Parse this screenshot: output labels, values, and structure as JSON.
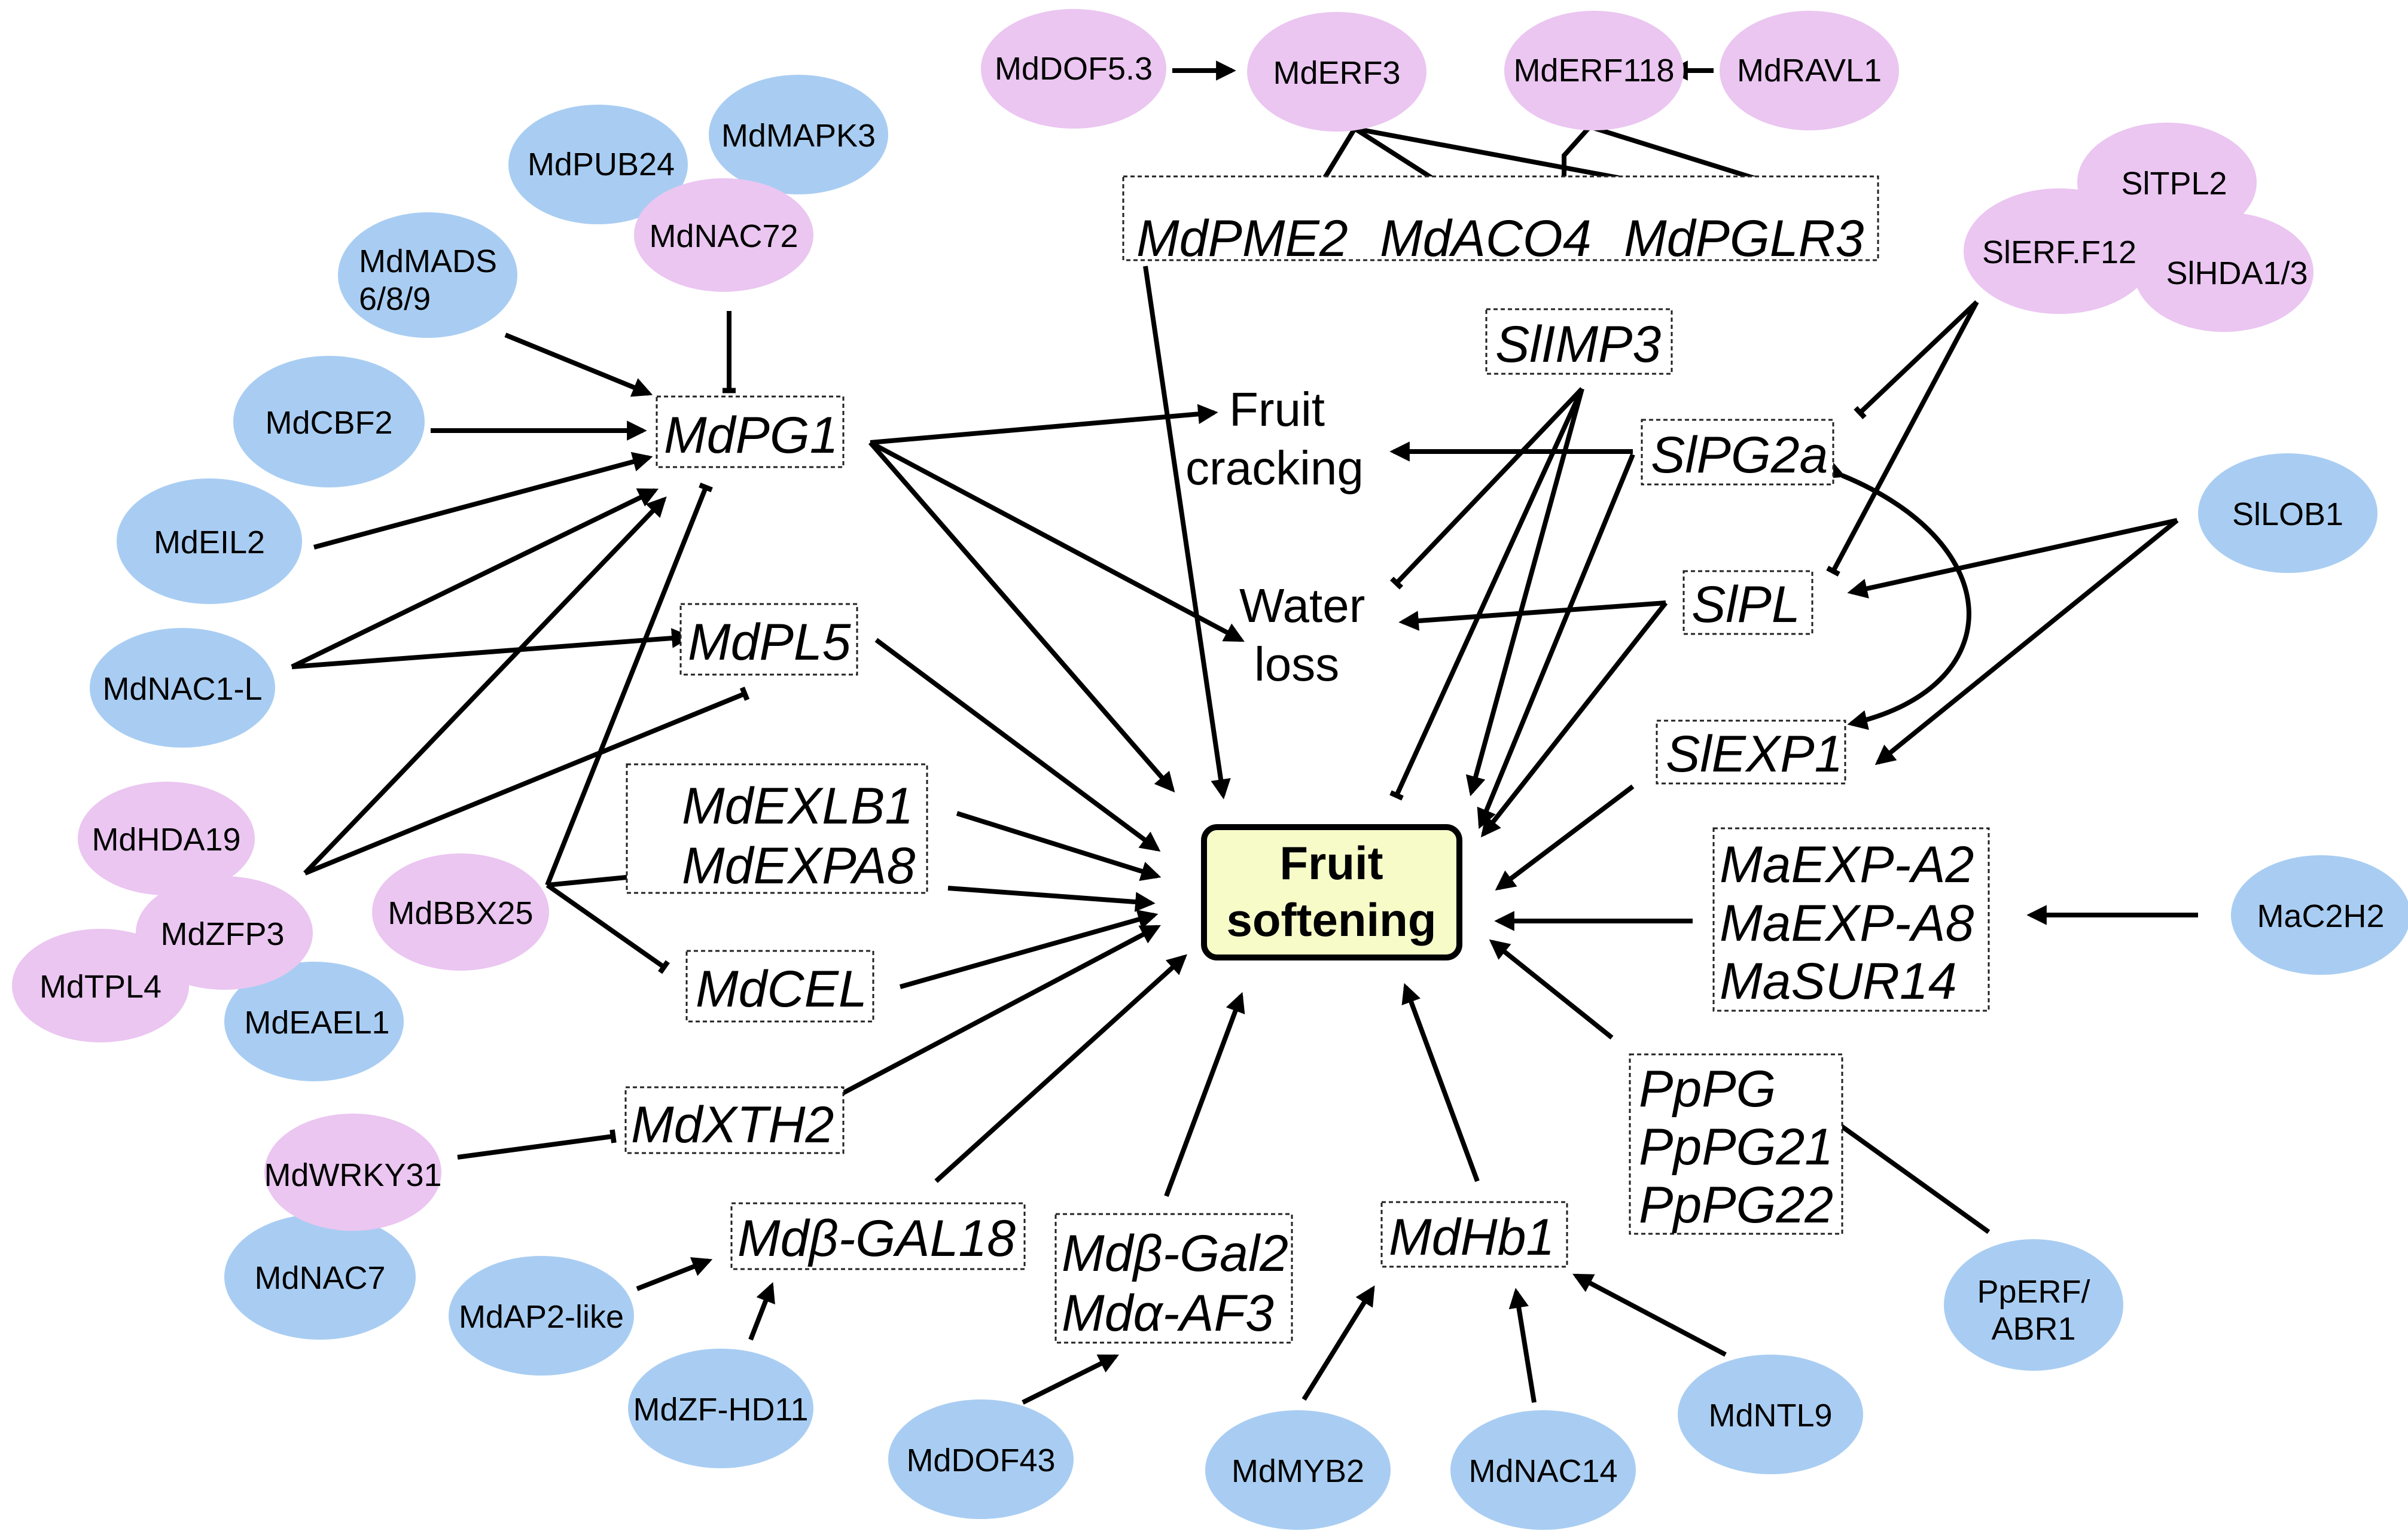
{
  "colors": {
    "blue_node": "#a9cdf2",
    "pink_node": "#ebc6f1",
    "center_fill": "#f6fbc8",
    "center_stroke": "#000000",
    "line": "#000000"
  },
  "center": {
    "line1": "Fruit",
    "line2": "softening"
  },
  "phenotypes": {
    "cracking": {
      "line1": "Fruit",
      "line2": "cracking"
    },
    "water": {
      "line1": "Water",
      "line2": "loss"
    }
  },
  "genes": {
    "mdpme2": "MdPME2",
    "mdaco4": "MdACO4",
    "mdpglr3": "MdPGLR3",
    "mdpg1": "MdPG1",
    "mdpl5": "MdPL5",
    "mdexlb1": "MdEXLB1",
    "mdexpa8": "MdEXPA8",
    "mdcel": "MdCEL",
    "mdxth2": "MdXTH2",
    "mdbgal18": "Mdβ-GAL18",
    "mdbgal2": "Mdβ-Gal2",
    "mdaaf3": "Mdα-AF3",
    "mdhb1": "MdHb1",
    "slimp3": "SlIMP3",
    "slpg2a": "SlPG2a",
    "slpl": "SlPL",
    "slexp1": "SlEXP1",
    "maexpa2": "MaEXP-A2",
    "maexpa8": "MaEXP-A8",
    "masur14": "MaSUR14",
    "pppg": "PpPG",
    "pppg21": "PpPG21",
    "pppg22": "PpPG22"
  },
  "regulators": {
    "mddof53": "MdDOF5.3",
    "mderf3": "MdERF3",
    "mderf118": "MdERF118",
    "mdravl1": "MdRAVL1",
    "mdpub24": "MdPUB24",
    "mdmapk3": "MdMAPK3",
    "mdnac72": "MdNAC72",
    "mdmads_1": "MdMADS",
    "mdmads_2": "6/8/9",
    "mdcbf2": "MdCBF2",
    "mdeil2": "MdEIL2",
    "mdnac1l": "MdNAC1-L",
    "mdhda19": "MdHDA19",
    "mdzfp3": "MdZFP3",
    "mdtpl4": "MdTPL4",
    "mdeael1": "MdEAEL1",
    "mdbbx25": "MdBBX25",
    "mdwrky31": "MdWRKY31",
    "mdnac7": "MdNAC7",
    "mdap2like": "MdAP2-like",
    "mdzfhd11": "MdZF-HD11",
    "mddof43": "MdDOF43",
    "mdmyb2": "MdMYB2",
    "mdnac14": "MdNAC14",
    "mdntl9": "MdNTL9",
    "sltpl2": "SlTPL2",
    "slerff12": "SlERF.F12",
    "slhda13": "SlHDA1/3",
    "sllob1": "SlLOB1",
    "mac2h2": "MaC2H2",
    "pperf_1": "PpERF/",
    "pperf_2": "ABR1"
  }
}
